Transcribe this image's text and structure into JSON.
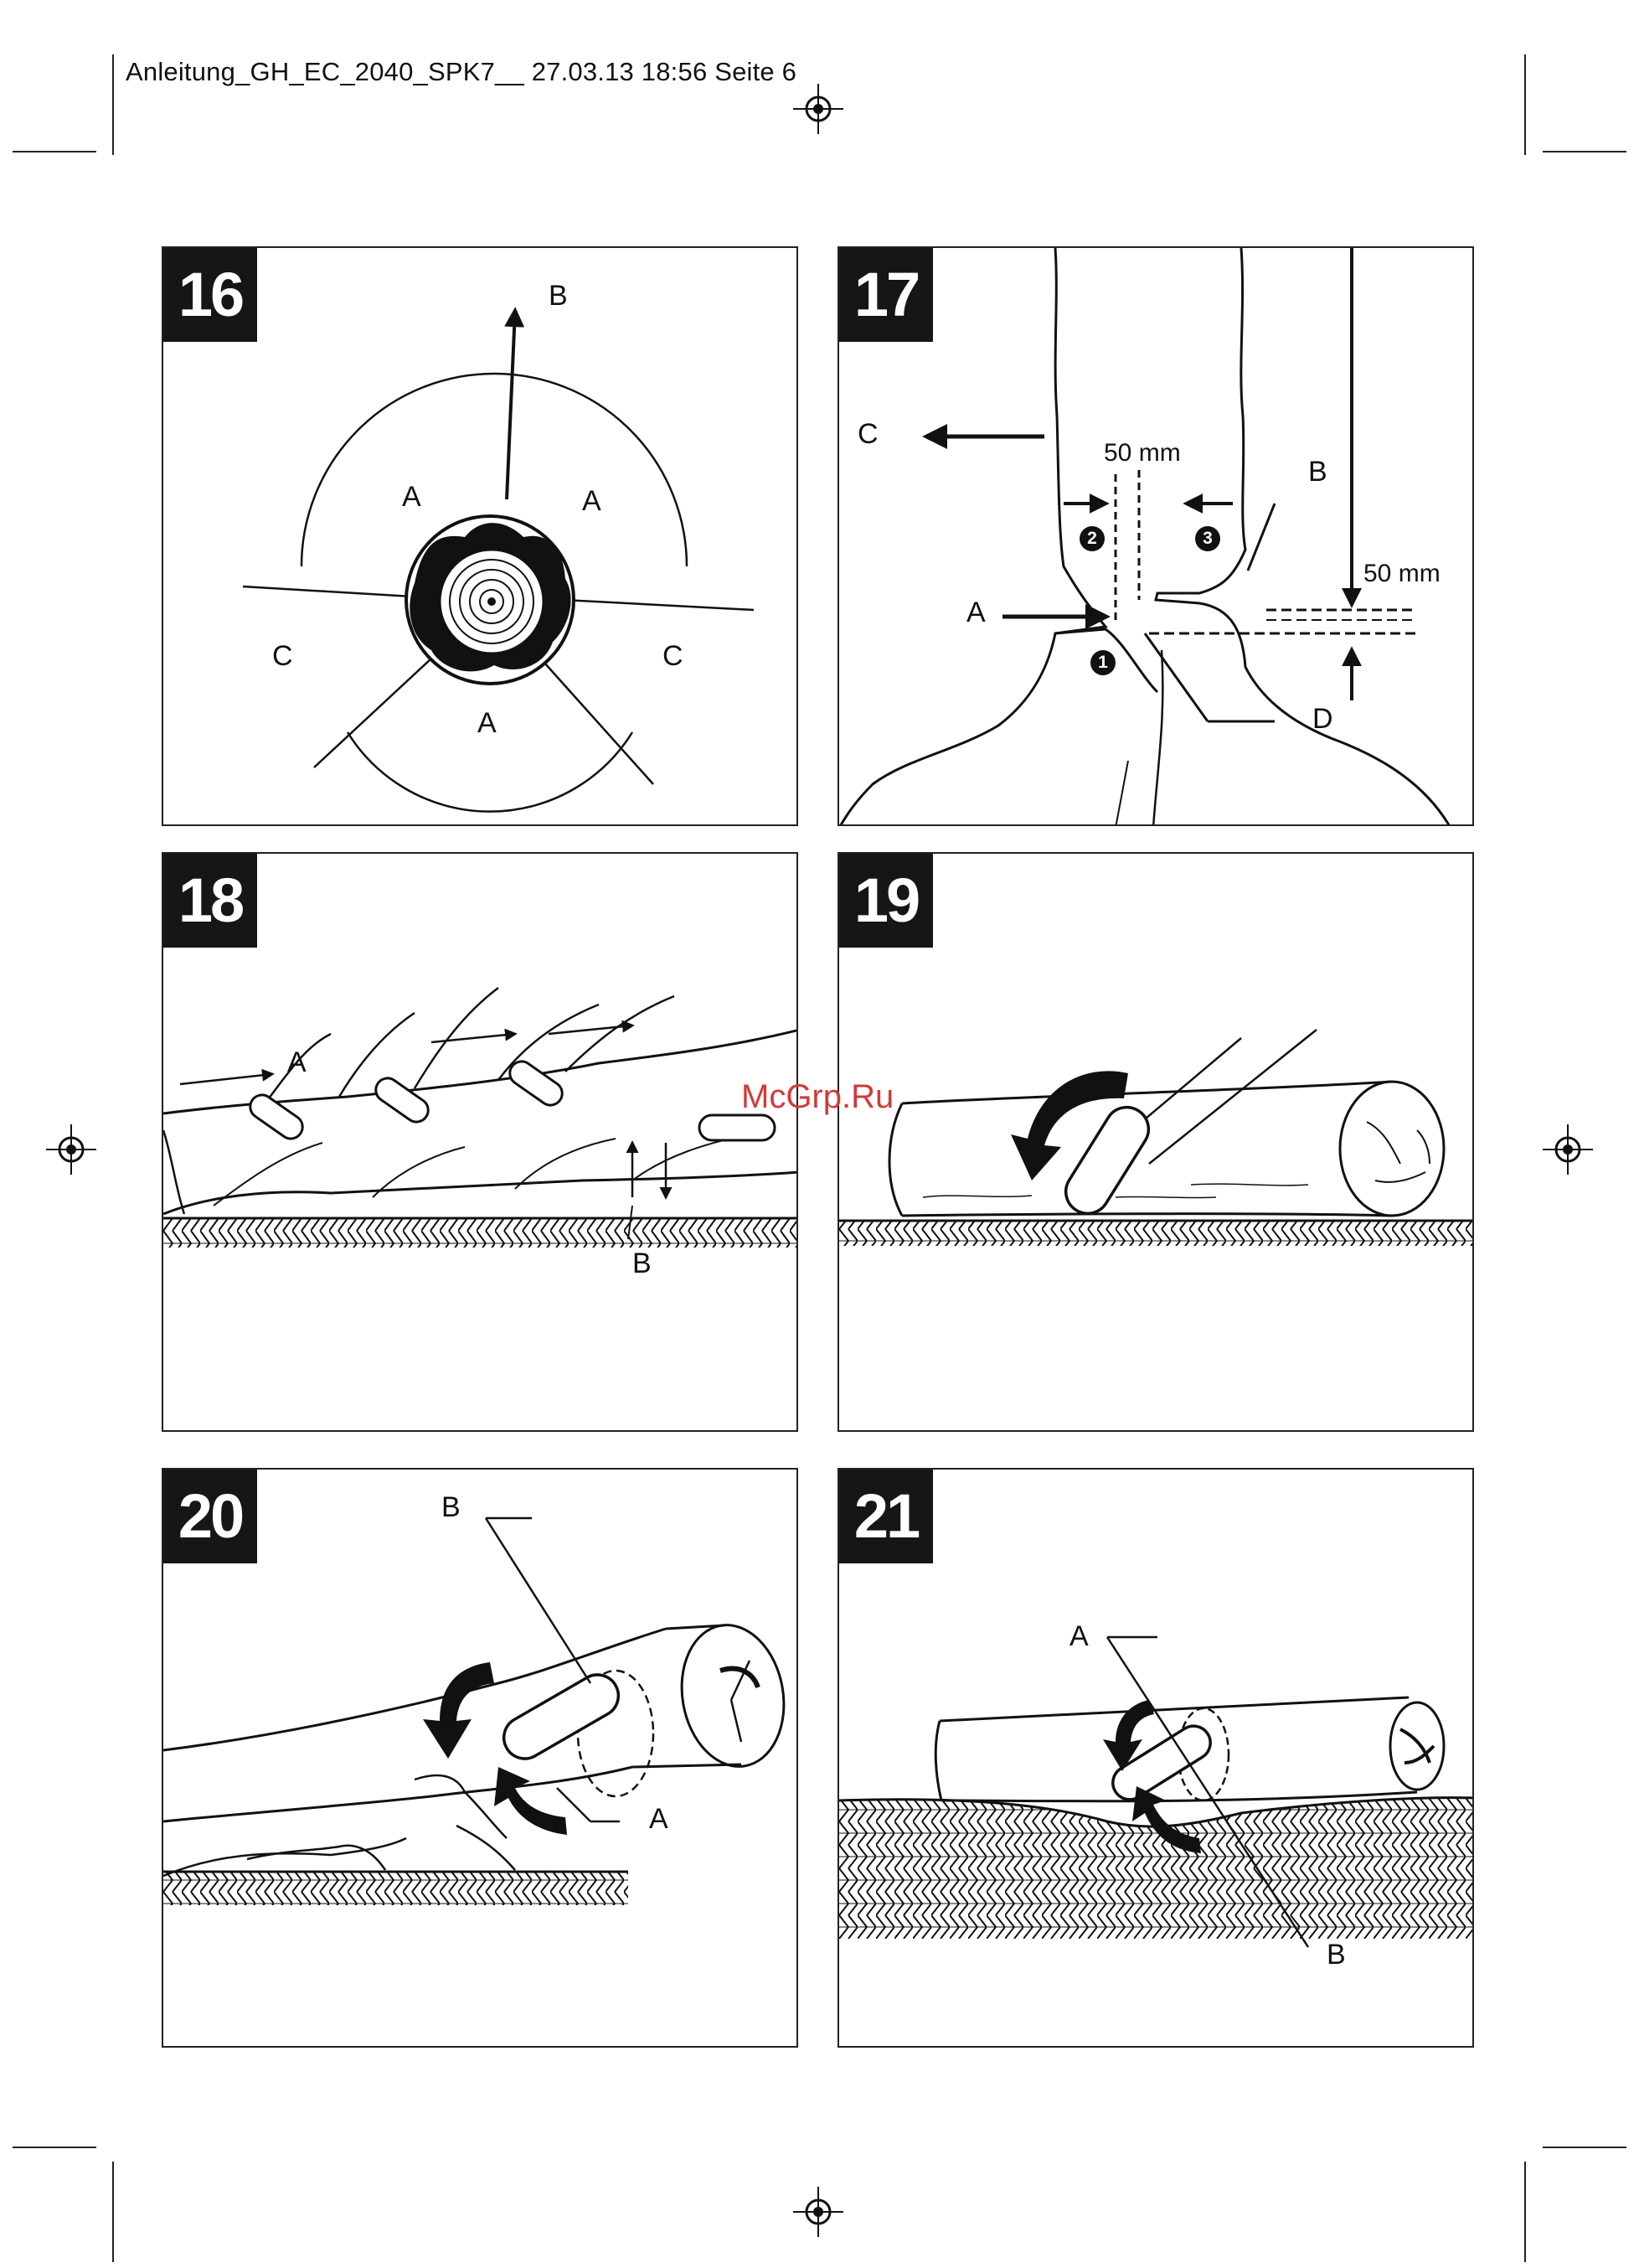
{
  "header": {
    "text": "Anleitung_GH_EC_2040_SPK7__  27.03.13  18:56  Seite 6"
  },
  "watermark": "McGrp.Ru",
  "figures": [
    {
      "number": "16",
      "labels": {
        "b": "B",
        "a1": "A",
        "a2": "A",
        "a3": "A",
        "c1": "C",
        "c2": "C"
      }
    },
    {
      "number": "17",
      "labels": {
        "c": "C",
        "dim_top": "50 mm",
        "b": "B",
        "dim_right": "50 mm",
        "a": "A",
        "d": "D",
        "step1": "1",
        "step2": "2",
        "step3": "3"
      }
    },
    {
      "number": "18",
      "labels": {
        "a": "A",
        "b": "B"
      }
    },
    {
      "number": "19",
      "labels": {}
    },
    {
      "number": "20",
      "labels": {
        "b": "B",
        "a": "A"
      }
    },
    {
      "number": "21",
      "labels": {
        "a": "A",
        "b": "B"
      }
    }
  ]
}
